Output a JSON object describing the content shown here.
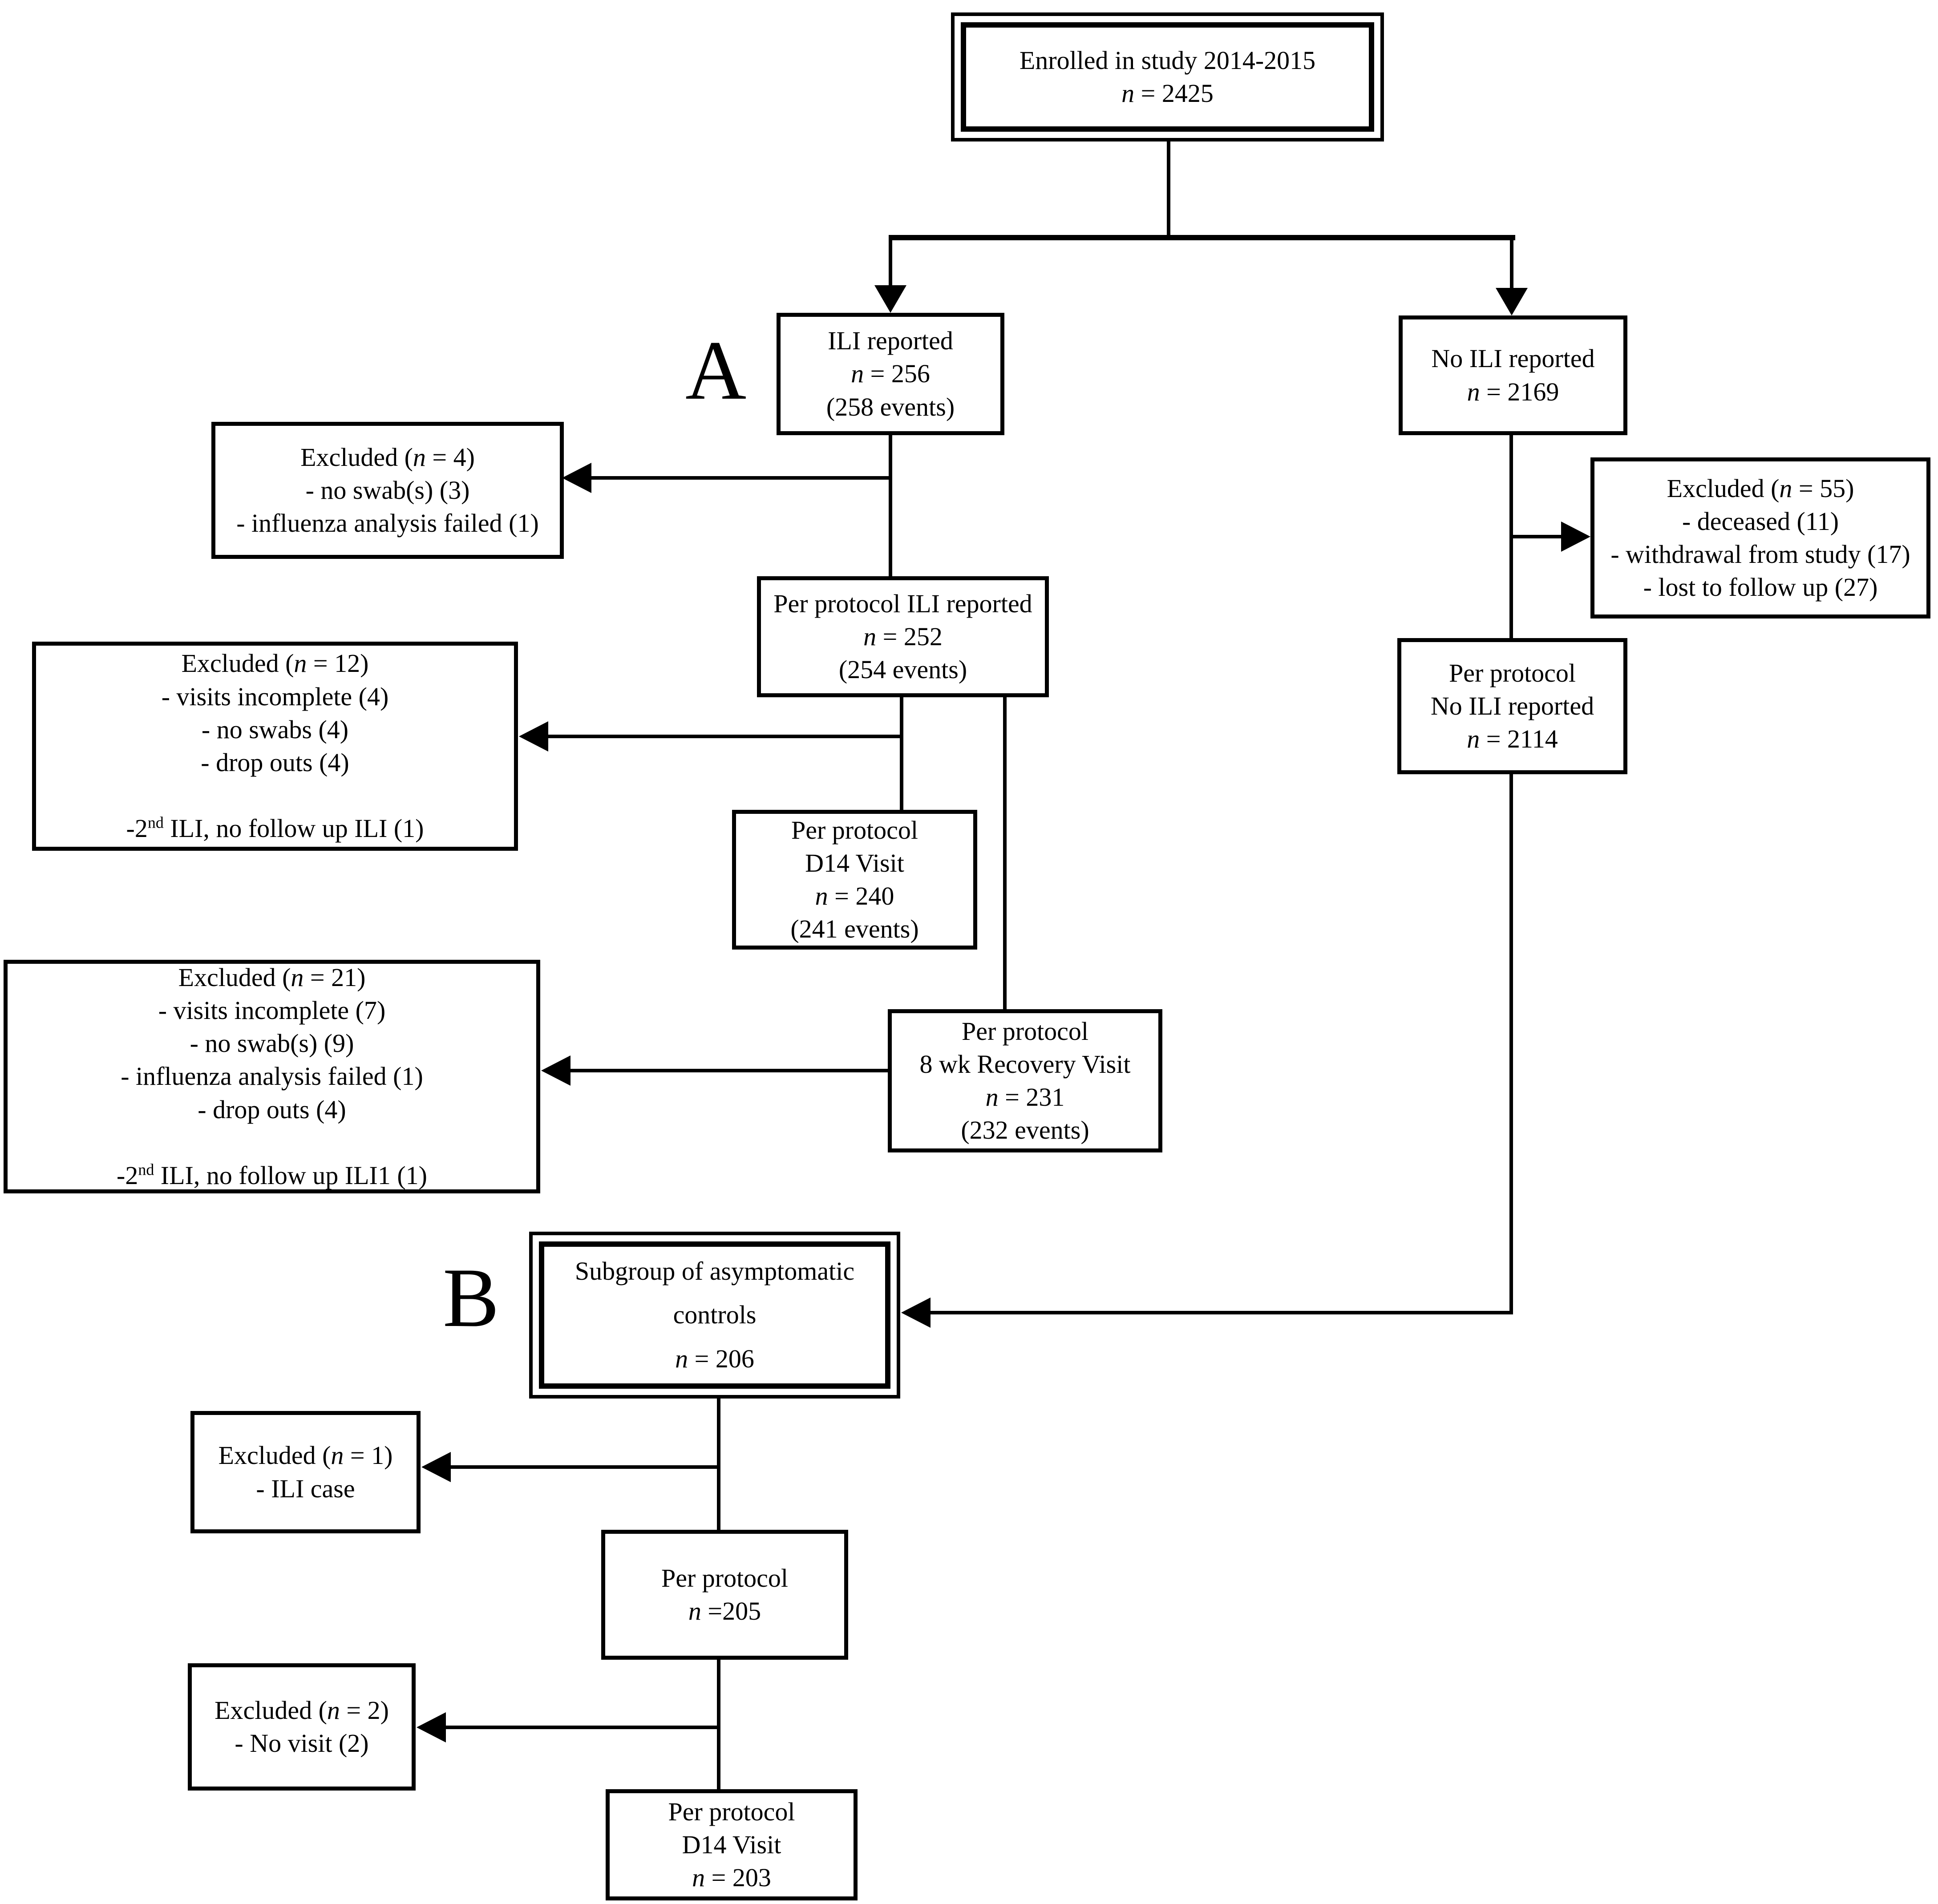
{
  "figure": {
    "type": "study-flow-diagram",
    "background_color": "#ffffff",
    "line_color": "#000000",
    "section_labels": {
      "a": "A",
      "b": "B"
    }
  },
  "boxes": {
    "enrolled": {
      "lines": [
        "Enrolled in study 2014-2015",
        "n = 2425"
      ]
    },
    "ili_reported": {
      "lines": [
        "ILI reported",
        "n = 256",
        "(258 events)"
      ]
    },
    "no_ili_reported": {
      "lines": [
        "No ILI reported",
        "n = 2169"
      ]
    },
    "excluded_a1": {
      "lines": [
        "Excluded (n = 4)",
        "- no swab(s) (3)",
        "- influenza analysis failed (1)"
      ]
    },
    "per_protocol_ili": {
      "lines": [
        "Per protocol ILI reported",
        "n = 252",
        "(254 events)"
      ]
    },
    "excluded_b1": {
      "lines": [
        "Excluded (n = 55)",
        "- deceased (11)",
        "- withdrawal from study (17)",
        "- lost to follow up (27)"
      ]
    },
    "per_protocol_no_ili": {
      "lines": [
        "Per protocol",
        "No ILI reported",
        "n = 2114"
      ]
    },
    "excluded_a2": {
      "lines": [
        "Excluded (n = 12)",
        "- visits incomplete (4)",
        "- no swabs (4)",
        "- drop outs (4)",
        "",
        "-2^nd ILI, no follow up ILI (1)"
      ]
    },
    "per_protocol_d14": {
      "lines": [
        "Per protocol",
        "D14 Visit",
        "n = 240",
        "(241 events)"
      ]
    },
    "excluded_a3": {
      "lines": [
        "Excluded (n = 21)",
        "- visits incomplete (7)",
        "- no swab(s) (9)",
        "- influenza analysis failed (1)",
        "- drop outs (4)",
        "",
        "-2^nd ILI, no follow up ILI1 (1)"
      ]
    },
    "per_protocol_8wk": {
      "lines": [
        "Per protocol",
        "8 wk Recovery Visit",
        "n = 231",
        "(232 events)"
      ]
    },
    "subgroup_controls": {
      "lines": [
        "Subgroup of asymptomatic",
        "controls",
        "n = 206"
      ]
    },
    "excluded_b2": {
      "lines": [
        "Excluded (n = 1)",
        "- ILI case"
      ]
    },
    "per_protocol_205": {
      "lines": [
        "Per protocol",
        "n =205"
      ]
    },
    "excluded_b3": {
      "lines": [
        "Excluded (n = 2)",
        "- No visit (2)"
      ]
    },
    "per_protocol_d14_b": {
      "lines": [
        "Per protocol",
        "D14 Visit",
        "n = 203"
      ]
    }
  }
}
